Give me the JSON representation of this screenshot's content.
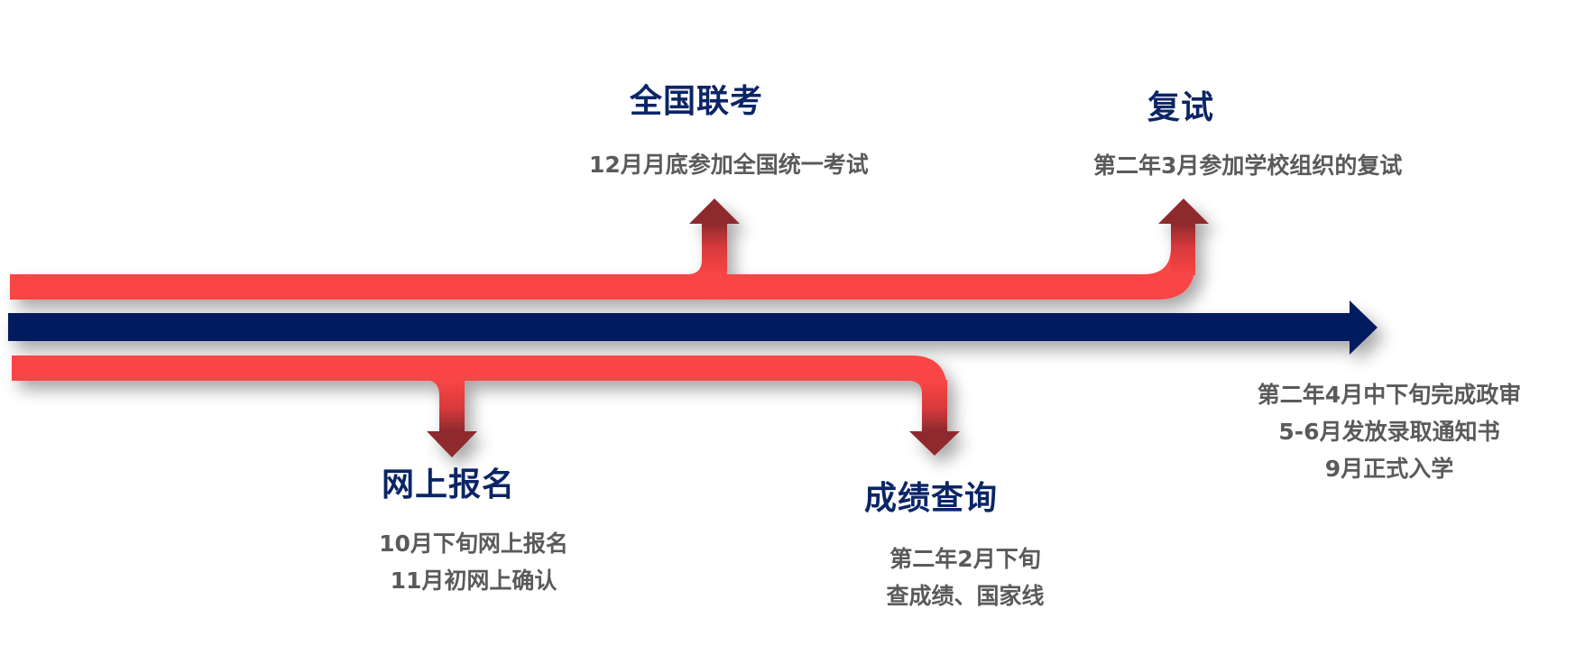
{
  "diagram": {
    "title": "考研时间线",
    "colors": {
      "main_arrow": "#001F5E",
      "branch": "#F94545",
      "branch_dark": "#8E2A2D",
      "title_text": "#0B2566",
      "desc_text": "#5A5A5A"
    },
    "stages": [
      {
        "id": "registration",
        "title": "网上报名",
        "direction": "down",
        "lines": [
          "10月下旬网上报名",
          "11月初网上确认"
        ]
      },
      {
        "id": "national-exam",
        "title": "全国联考",
        "direction": "up",
        "lines": [
          "12月月底参加全国统一考试"
        ]
      },
      {
        "id": "score-query",
        "title": "成绩查询",
        "direction": "down",
        "lines": [
          "第二年2月下旬",
          "查成绩、国家线"
        ]
      },
      {
        "id": "retest",
        "title": "复试",
        "direction": "up",
        "lines": [
          "第二年3月参加学校组织的复试"
        ]
      }
    ],
    "final": {
      "lines": [
        "第二年4月中下旬完成政审",
        "5-6月发放录取通知书",
        "9月正式入学"
      ]
    }
  }
}
